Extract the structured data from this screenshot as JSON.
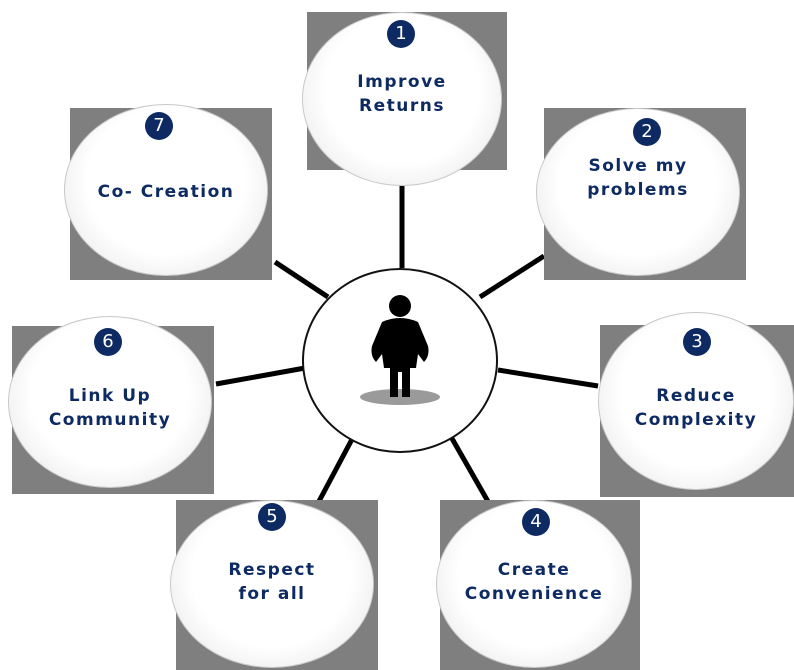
{
  "diagram": {
    "center": {
      "icon": "person-icon"
    },
    "nodes": [
      {
        "number": "1",
        "line1": "Improve",
        "line2": "Returns"
      },
      {
        "number": "2",
        "line1": "Solve my",
        "line2": "problems"
      },
      {
        "number": "3",
        "line1": "Reduce",
        "line2": "Complexity"
      },
      {
        "number": "4",
        "line1": "Create",
        "line2": "Convenience"
      },
      {
        "number": "5",
        "line1": "Respect",
        "line2": "for all"
      },
      {
        "number": "6",
        "line1": "Link Up",
        "line2": "Community"
      },
      {
        "number": "7",
        "line1": "Co- Creation",
        "line2": ""
      }
    ],
    "colors": {
      "text": "#0e2a63",
      "badge": "#0e2a63",
      "box": "#7f7f7f",
      "connector": "#000000"
    }
  }
}
